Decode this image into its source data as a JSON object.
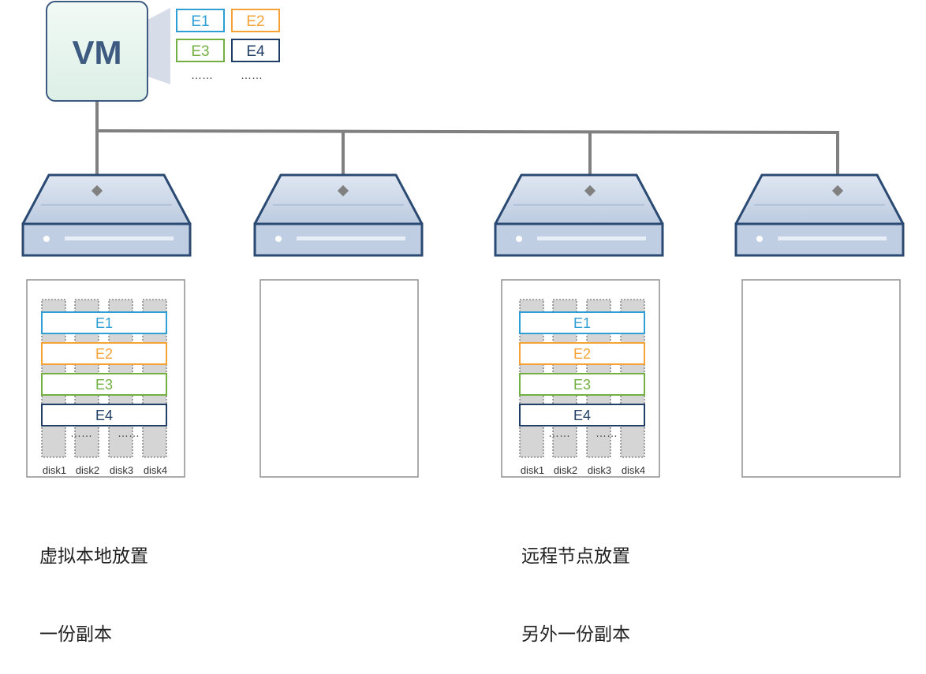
{
  "vm": {
    "label": "VM"
  },
  "legend": {
    "items": [
      {
        "label": "E1",
        "color": "#2e9fd4"
      },
      {
        "label": "E2",
        "color": "#f5a336"
      },
      {
        "label": "E3",
        "color": "#72b043"
      },
      {
        "label": "E4",
        "color": "#1f3f66"
      }
    ],
    "more": [
      "……",
      "……"
    ]
  },
  "storage": {
    "extents": [
      {
        "label": "E1",
        "color": "#2e9fd4"
      },
      {
        "label": "E2",
        "color": "#f5a336"
      },
      {
        "label": "E3",
        "color": "#72b043"
      },
      {
        "label": "E4",
        "color": "#1f3f66"
      }
    ],
    "more": [
      "……",
      "……"
    ],
    "disks": [
      "disk1",
      "disk2",
      "disk3",
      "disk4"
    ]
  },
  "captions": {
    "local": {
      "line1": "虚拟本地放置",
      "line2": "一份副本"
    },
    "remote": {
      "line1": "远程节点放置",
      "line2": "另外一份副本"
    }
  },
  "colors": {
    "server_body": "#c9d7ea",
    "server_outline": "#2b4a73",
    "vm_fill": "#e8f4ef",
    "vm_text": "#3d5a80",
    "network_line": "#808080"
  }
}
